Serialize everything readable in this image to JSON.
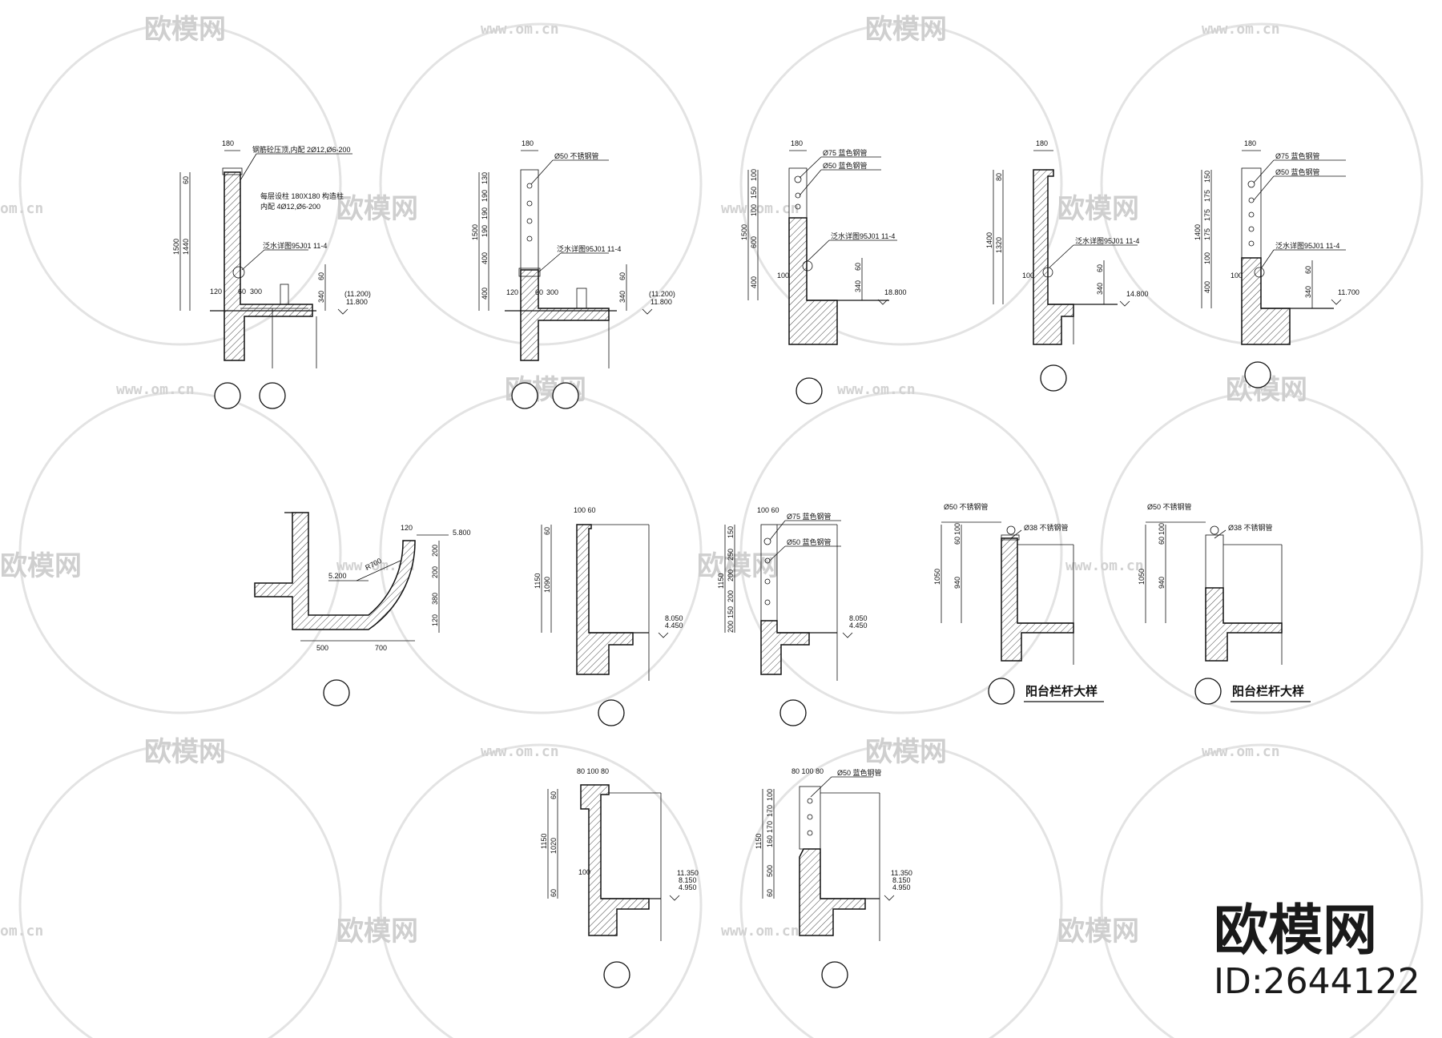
{
  "watermark": {
    "logo_text": "欧模网",
    "url_text": "www.om.cn",
    "url_fragment": "om.cn"
  },
  "branding": {
    "name": "欧模网",
    "id": "ID:2644122"
  },
  "details": [
    {
      "key": "d1",
      "top_width": "180",
      "notes": [
        "钢筋砼压顶,内配 2Ø12,Ø6-200",
        "每层设柱 180X180 构造柱",
        "内配 4Ø12,Ø6-200",
        "泛水详图95J01 11-4"
      ],
      "dims_outer": [
        "1500"
      ],
      "dims_inner": [
        "60",
        "1440"
      ],
      "dims_bottom": [
        "120",
        "60",
        "300"
      ],
      "dims_right": [
        "60",
        "340"
      ],
      "levels": [
        "(11.200)",
        "11.800"
      ]
    },
    {
      "key": "d2",
      "top_width": "180",
      "notes": [
        "Ø50 不锈钢管",
        "泛水详图95J01 11-4"
      ],
      "dims_outer": [
        "1500"
      ],
      "dims_inner": [
        "130",
        "190",
        "190",
        "190",
        "400",
        "400"
      ],
      "dims_bottom": [
        "120",
        "60",
        "300"
      ],
      "dims_right": [
        "60",
        "340"
      ],
      "levels": [
        "(11.200)",
        "11.800"
      ]
    },
    {
      "key": "d3",
      "top_width": "180",
      "notes": [
        "Ø75 蓝色钢管",
        "Ø50 蓝色钢管",
        "泛水详图95J01 11-4"
      ],
      "dims_outer": [
        "1500"
      ],
      "dims_inner": [
        "100",
        "150",
        "100",
        "600",
        "400"
      ],
      "dims_bottom": [
        "100"
      ],
      "dims_right": [
        "60",
        "340"
      ],
      "levels": [
        "18.800"
      ]
    },
    {
      "key": "d4",
      "top_width": "180",
      "notes": [
        "泛水详图95J01 11-4"
      ],
      "dims_outer": [
        "1400"
      ],
      "dims_inner": [
        "80",
        "1320"
      ],
      "dims_bottom": [
        "100"
      ],
      "dims_right": [
        "60",
        "340"
      ],
      "levels": [
        "14.800"
      ]
    },
    {
      "key": "d5",
      "top_width": "180",
      "notes": [
        "Ø75 蓝色钢管",
        "Ø50 蓝色钢管",
        "泛水详图95J01 11-4"
      ],
      "dims_outer": [
        "1400"
      ],
      "dims_inner": [
        "150",
        "175",
        "175",
        "175",
        "100",
        "400"
      ],
      "dims_bottom": [
        "100"
      ],
      "dims_right": [
        "60",
        "340"
      ],
      "levels": [
        "11.700"
      ]
    },
    {
      "key": "d6",
      "top_width": "120",
      "notes": [
        "R700"
      ],
      "levels": [
        "5.800",
        "5.200"
      ],
      "dims_right": [
        "200",
        "200",
        "380",
        "120"
      ],
      "dims_bottom": [
        "500",
        "700"
      ]
    },
    {
      "key": "d7",
      "top_width": "100 60",
      "notes": [],
      "dims_outer": [
        "1150"
      ],
      "dims_inner": [
        "60",
        "1090"
      ],
      "levels": [
        "8.050",
        "4.450"
      ]
    },
    {
      "key": "d8",
      "top_width": "100 60",
      "notes": [
        "Ø75 蓝色钢管",
        "Ø50 蓝色钢管"
      ],
      "dims_outer": [
        "1150"
      ],
      "dims_inner": [
        "150",
        "250",
        "200",
        "200",
        "150",
        "200"
      ],
      "levels": [
        "8.050",
        "4.450"
      ]
    },
    {
      "key": "d9",
      "top_width": "",
      "notes": [
        "Ø50 不锈钢管",
        "Ø38 不锈钢管"
      ],
      "dims_outer": [
        "1050"
      ],
      "dims_inner": [
        "100",
        "60",
        "940"
      ],
      "caption": "阳台栏杆大样"
    },
    {
      "key": "d10",
      "top_width": "",
      "notes": [
        "Ø50 不锈钢管",
        "Ø38 不锈钢管"
      ],
      "dims_outer": [
        "1050"
      ],
      "dims_inner": [
        "100",
        "60",
        "940"
      ],
      "caption": "阳台栏杆大样"
    },
    {
      "key": "d11",
      "top_width": "80 100 80",
      "notes": [],
      "dims_outer": [
        "1150"
      ],
      "dims_inner": [
        "60",
        "1020",
        "100",
        "60"
      ],
      "levels": [
        "11.350",
        "8.150",
        "4.950"
      ]
    },
    {
      "key": "d12",
      "top_width": "80 100 80",
      "notes": [
        "Ø50 蓝色钢管"
      ],
      "dims_outer": [
        "1150"
      ],
      "dims_inner": [
        "100",
        "170",
        "170",
        "160",
        "500",
        "60"
      ],
      "levels": [
        "11.350",
        "8.150",
        "4.950"
      ]
    }
  ]
}
